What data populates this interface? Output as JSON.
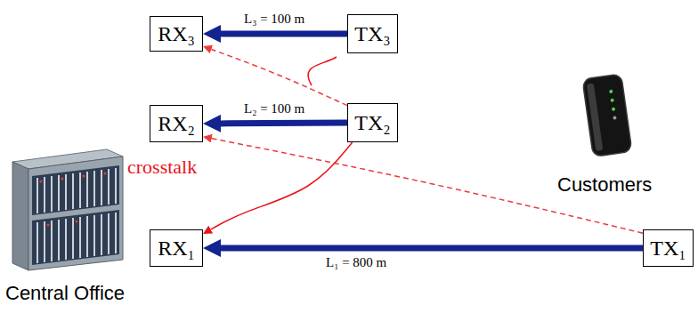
{
  "diagram": {
    "nodes": [
      {
        "text": [
          "RX₃"
        ]
      },
      {
        "text": [
          "TX₃"
        ]
      },
      {
        "text": [
          "RX₂"
        ]
      },
      {
        "text": [
          "TX₂"
        ]
      },
      {
        "text": [
          "RX₁"
        ]
      },
      {
        "text": [
          "TX₁"
        ]
      }
    ],
    "edges": [
      {
        "from": 1,
        "to": 0,
        "arrow": "to",
        "label": "L₃ = 100 m"
      },
      {
        "from": 3,
        "to": 2,
        "arrow": "to",
        "label": "L₂ = 100 m"
      },
      {
        "from": 5,
        "to": 4,
        "arrow": "to",
        "label": "L₁ = 800 m"
      },
      {
        "from": 3,
        "to": 0,
        "arrow": "to"
      },
      {
        "from": 5,
        "to": 2,
        "arrow": "to"
      },
      {
        "from": 3,
        "to": 4,
        "arrow": "to"
      }
    ],
    "labels": [
      "crosstalk",
      "Central Office",
      "Customers"
    ]
  }
}
